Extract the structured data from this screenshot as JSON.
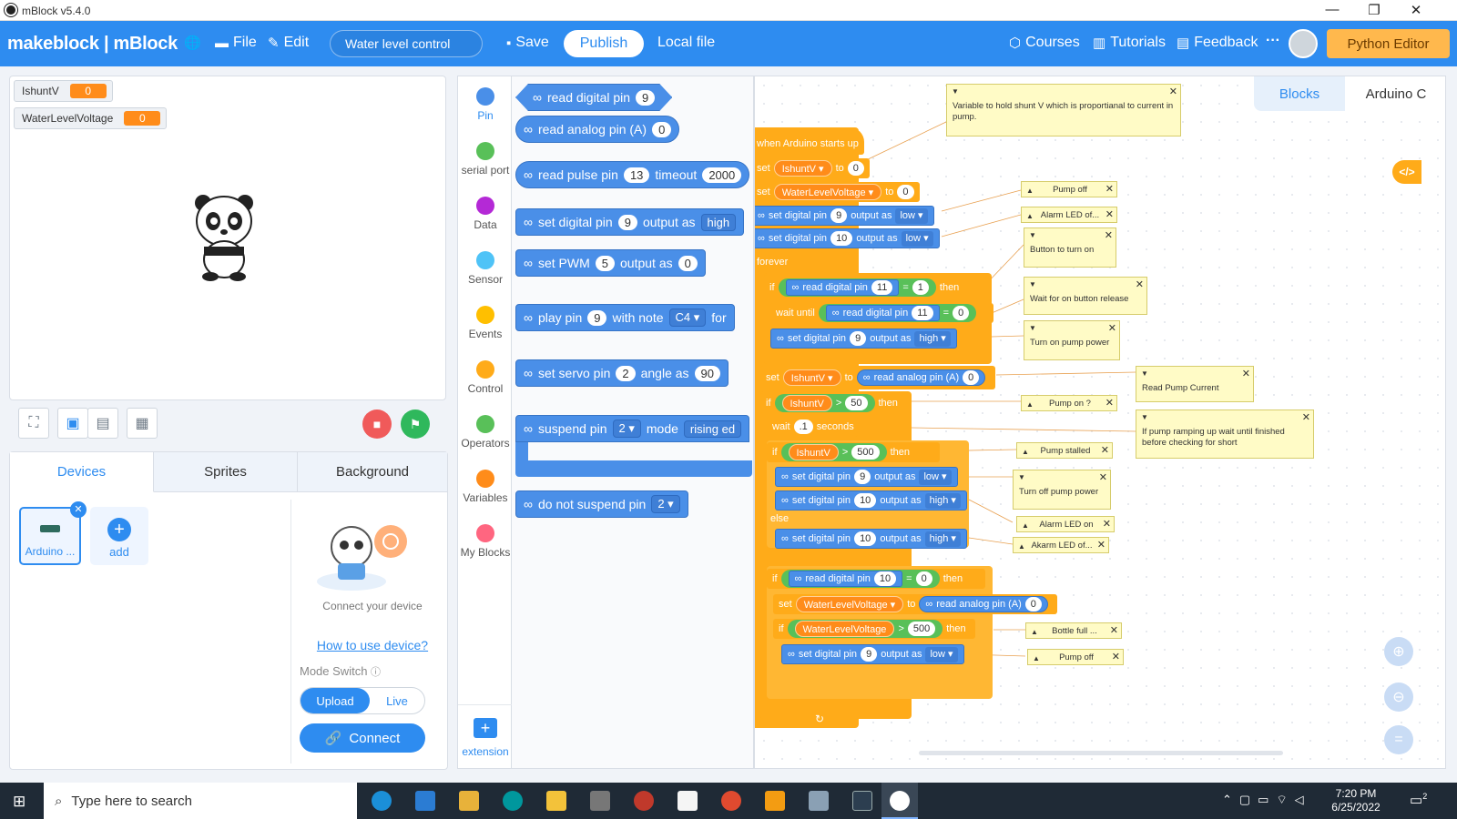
{
  "window": {
    "title": "mBlock v5.4.0",
    "controls": [
      "—",
      "❐",
      "✕"
    ]
  },
  "toolbar": {
    "brand": "makeblock | mBlock",
    "file": "File",
    "edit": "Edit",
    "project": "Water level control",
    "save": "Save",
    "publish": "Publish",
    "local_file": "Local file",
    "courses": "Courses",
    "tutorials": "Tutorials",
    "feedback": "Feedback",
    "more": "···",
    "python_editor": "Python Editor"
  },
  "stage": {
    "monitors": [
      {
        "name": "IshuntV",
        "value": "0"
      },
      {
        "name": "WaterLevelVoltage",
        "value": "0"
      }
    ]
  },
  "panel": {
    "tabs": [
      "Devices",
      "Sprites",
      "Background"
    ],
    "device_name": "Arduino ...",
    "add": "add",
    "connect_text": "Connect your device",
    "how_to": "How to use device?",
    "mode_switch": "Mode Switch",
    "upload": "Upload",
    "live": "Live",
    "connect": "Connect"
  },
  "categories": [
    {
      "name": "Pin",
      "color": "#4a8fe8"
    },
    {
      "name": "serial port",
      "color": "#59c059"
    },
    {
      "name": "Data",
      "color": "#b429d6"
    },
    {
      "name": "Sensor",
      "color": "#4fc3f7"
    },
    {
      "name": "Events",
      "color": "#ffbf00"
    },
    {
      "name": "Control",
      "color": "#ffab19"
    },
    {
      "name": "Operators",
      "color": "#59c059"
    },
    {
      "name": "Variables",
      "color": "#ff8c1a"
    },
    {
      "name": "My Blocks",
      "color": "#ff6680"
    }
  ],
  "extension": "extension",
  "palette": {
    "read_digital": "read digital pin",
    "read_digital_pin": "9",
    "read_analog": "read analog pin (A)",
    "read_analog_pin": "0",
    "read_pulse": "read pulse pin",
    "read_pulse_pin": "13",
    "timeout": "timeout",
    "timeout_val": "2000",
    "set_digital": "set digital pin",
    "set_digital_pin": "9",
    "output_as": "output as",
    "high": "high",
    "set_pwm": "set PWM",
    "set_pwm_pin": "5",
    "pwm_val": "0",
    "play_pin": "play pin",
    "play_pin_val": "9",
    "with_note": "with note",
    "note": "C4 ▾",
    "for": "for",
    "set_servo": "set servo pin",
    "servo_pin": "2",
    "angle_as": "angle as",
    "angle": "90",
    "suspend": "suspend pin",
    "suspend_pin": "2 ▾",
    "mode": "mode",
    "rising": "rising ed",
    "do_not_suspend": "do not suspend pin",
    "dns_pin": "2 ▾"
  },
  "workspace": {
    "tabs": [
      "Blocks",
      "Arduino C"
    ],
    "hat": "when Arduino starts up",
    "set": "set",
    "to": "to",
    "forever": "forever",
    "if": "if",
    "then": "then",
    "else": "else",
    "wait": "wait",
    "wait_until": "wait until",
    "seconds": "seconds",
    "var_ishunt": "IshuntV ▾",
    "var_water": "WaterLevelVoltage ▾",
    "var_ishunt_r": "IshuntV",
    "var_water_r": "WaterLevelVoltage",
    "zero": "0",
    "one": "1",
    "nine": "9",
    "ten": "10",
    "eleven": "11",
    "fifty": "50",
    "five_hundred": "500",
    "point1": ".1",
    "set_digital": "set digital pin",
    "output_as": "output as",
    "low": "low ▾",
    "high": "high ▾",
    "read_digital": "read digital pin",
    "read_analog": "read analog pin (A)",
    "eq": "=",
    "gt": ">",
    "notes": {
      "shunt": "Variable to hold shunt V which is proportianal to current in pump.",
      "pump_off": "Pump off",
      "alarm_off": "Alarm LED of...",
      "button": "Button to turn on",
      "wait_release": "Wait for on button release",
      "pump_power": "Turn on pump power",
      "read_current": "Read Pump Current",
      "pump_on": "Pump on ?",
      "ramping": "If pump ramping up wait until finished before checking for short",
      "stalled": "Pump stalled",
      "pump_power_off": "Turn off pump power",
      "alarm_on": "Alarm LED on",
      "akarm_off": "Akarm LED of...",
      "bottle": "Bottle full ...",
      "pump_off2": "Pump off"
    }
  },
  "taskbar": {
    "search": "Type here to search",
    "time": "7:20 PM",
    "date": "6/25/2022",
    "notif": "2"
  }
}
